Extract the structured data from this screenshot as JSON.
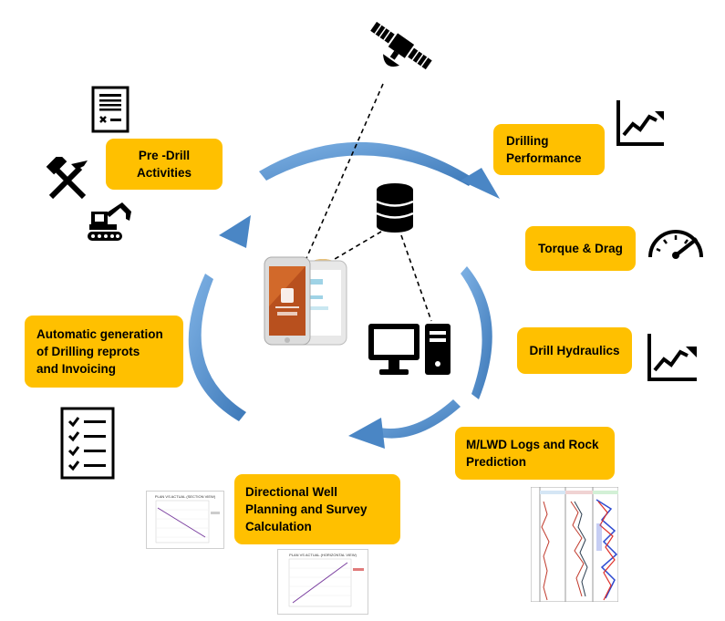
{
  "labels": {
    "pre_drill": "Pre -Drill\nActivities",
    "drilling_performance": "Drilling\nPerformance",
    "torque_drag": "Torque & Drag",
    "drill_hydraulics": "Drill Hydraulics",
    "mlwd": "M/LWD Logs and Rock\nPrediction",
    "directional": "Directional Well\nPlanning and  Survey\nCalculation",
    "automatic": "Automatic generation\nof Drilling reprots\nand Invoicing"
  },
  "colors": {
    "label_fill": "#FFC000",
    "arrow_blue": "#4A86C5",
    "icon_black": "#000000"
  },
  "icons": {
    "satellite": "satellite-icon",
    "database": "database-icon",
    "computer": "computer-icon",
    "phones": "smartphone-app-icon",
    "document": "document-icon",
    "hammers": "hammer-pick-icon",
    "excavator": "excavator-icon",
    "trend_chart": "trend-chart-icon",
    "gauge": "speedometer-gauge-icon",
    "checklist": "checklist-icon",
    "well_log": "well-log-chart-icon"
  },
  "thumbnails": {
    "vertical_section_title": "PLAN VS ACTUAL (SECTION VIEW)",
    "horizontal_view_title": "PLAN VS ACTUAL (HORIZONTAL VIEW)"
  }
}
